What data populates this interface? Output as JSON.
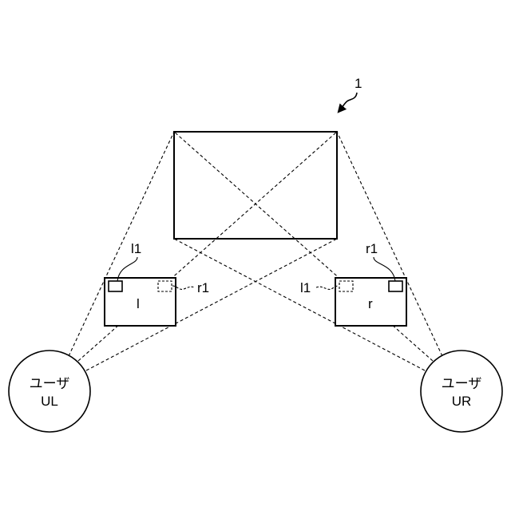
{
  "figure": {
    "reference_numeral": "1"
  },
  "left_screen": {
    "label": "l",
    "marker_solid_label": "l1",
    "marker_dashed_label": "r1"
  },
  "right_screen": {
    "label": "r",
    "marker_solid_label": "r1",
    "marker_dashed_label": "l1"
  },
  "users": {
    "left": {
      "line1": "ユーザ",
      "line2": "UL"
    },
    "right": {
      "line1": "ユーザ",
      "line2": "UR"
    }
  },
  "colors": {
    "stroke": "#000000",
    "background": "#ffffff"
  }
}
